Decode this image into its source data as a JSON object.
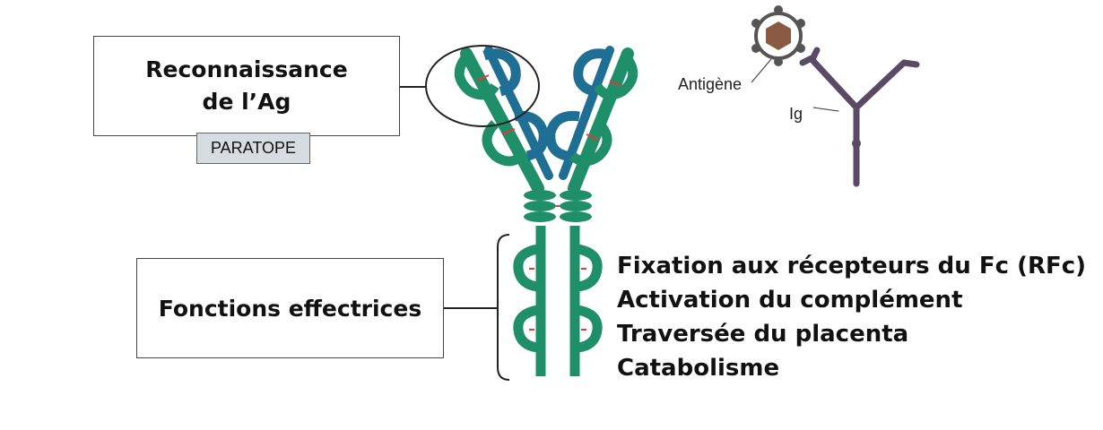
{
  "recognition": {
    "title_line1": "Reconnaissance",
    "title_line2": "de l’Ag",
    "tag": "PARATOPE"
  },
  "effector": {
    "title": "Fonctions effectrices",
    "functions": [
      "Fixation aux récepteurs du Fc (RFc)",
      "Activation du complément",
      "Traversée du placenta",
      "Catabolisme"
    ]
  },
  "inset": {
    "antigen_label": "Antigène",
    "ig_label": "Ig"
  },
  "colors": {
    "heavy_chain": "#1f8f6a",
    "light_chain": "#1f6f95",
    "disulfide": "#e53935",
    "inset_ig": "#5a4a66",
    "antigen_core": "#8a5a45"
  }
}
